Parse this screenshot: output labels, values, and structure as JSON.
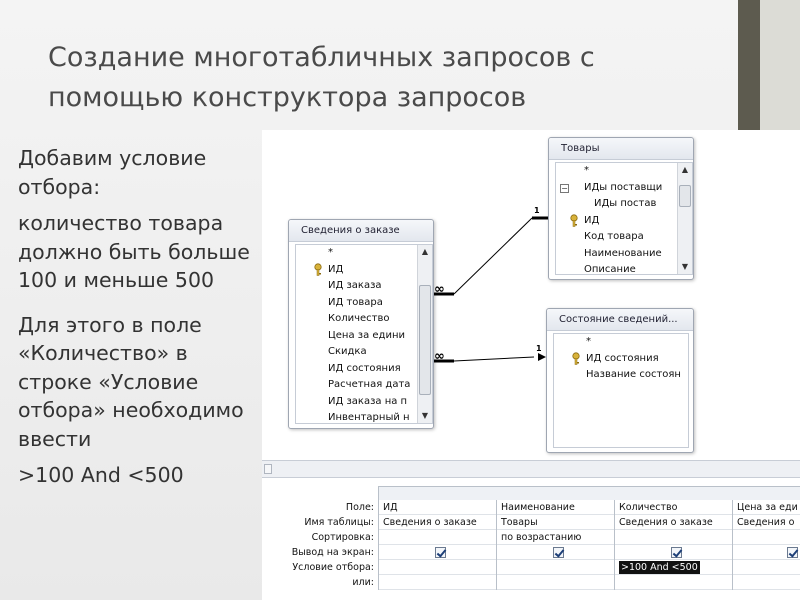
{
  "slide": {
    "title": "Создание многотабличных запросов с помощью конструктора запросов",
    "body": [
      "Добавим условие отбора:",
      "количество товара должно быть больше 100 и меньше 500",
      "Для этого в поле «Количество» в строке «Условие отбора» необходимо ввести",
      ">100 And <500"
    ]
  },
  "designer": {
    "tables": [
      {
        "title": "Товары",
        "fields": [
          "*",
          "ИДы поставщи",
          "ИДы постав",
          "ИД",
          "Код товара",
          "Наименование",
          "Описание"
        ]
      },
      {
        "title": "Сведения о заказе",
        "fields": [
          "*",
          "ИД",
          "ИД заказа",
          "ИД товара",
          "Количество",
          "Цена за едини",
          "Скидка",
          "ИД состояния",
          "Расчетная дата",
          "ИД заказа на п",
          "Инвентарный н"
        ]
      },
      {
        "title": "Состояние сведений...",
        "fields": [
          "*",
          "ИД состояния",
          "Название состоян"
        ]
      }
    ],
    "relations": [
      {
        "one": "1",
        "many": "∞"
      },
      {
        "one": "1",
        "many": "∞"
      }
    ],
    "grid": {
      "row_labels": [
        "Поле:",
        "Имя таблицы:",
        "Сортировка:",
        "Вывод на экран:",
        "Условие отбора:",
        "или:"
      ],
      "columns": [
        {
          "field": "ИД",
          "table": "Сведения о заказе",
          "sort": "",
          "show": true,
          "criteria": ""
        },
        {
          "field": "Наименование",
          "table": "Товары",
          "sort": "по возрастанию",
          "show": true,
          "criteria": ""
        },
        {
          "field": "Количество",
          "table": "Сведения о заказе",
          "sort": "",
          "show": true,
          "criteria": ">100 And <500"
        },
        {
          "field": "Цена за еди",
          "table": "Сведения о",
          "sort": "",
          "show": true,
          "criteria": ""
        }
      ]
    }
  }
}
